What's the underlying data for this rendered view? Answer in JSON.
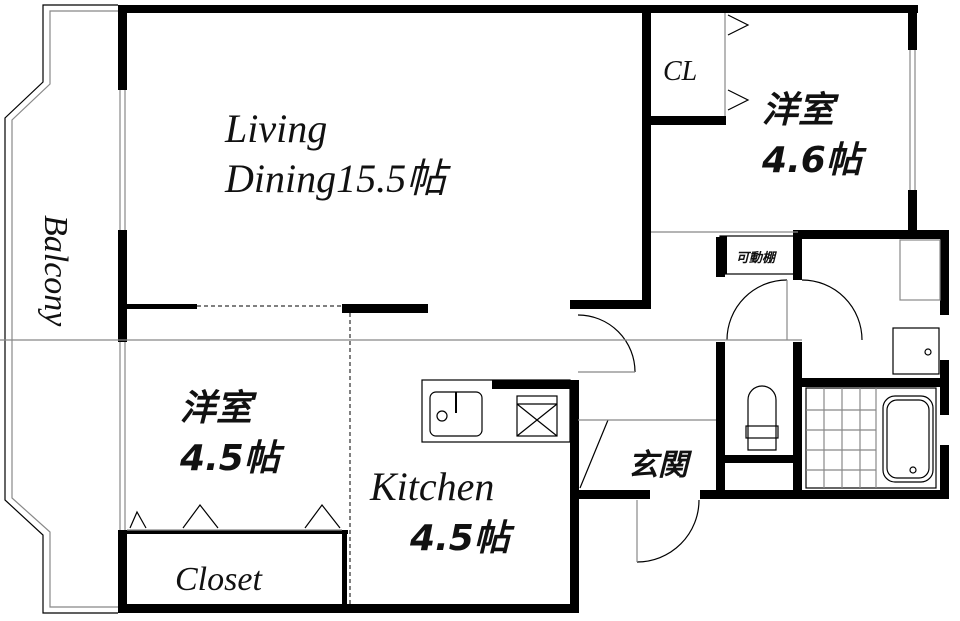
{
  "floorplan": {
    "rooms": {
      "balcony": {
        "label": "Balcony"
      },
      "living_dining": {
        "line1": "Living",
        "line2": "Dining15.5帖"
      },
      "closet_small": {
        "label": "CL"
      },
      "western_room_1": {
        "line1": "洋室",
        "line2": "4.6帖"
      },
      "western_room_2": {
        "line1": "洋室",
        "line2": "4.5帖"
      },
      "closet": {
        "label": "Closet"
      },
      "kitchen": {
        "line1": "Kitchen",
        "line2": "4.5帖"
      },
      "entrance": {
        "label": "玄関"
      },
      "movable_shelf": {
        "label": "可動棚"
      }
    },
    "colors": {
      "wall": "#000000",
      "background": "#ffffff",
      "fixture_line": "#888888"
    }
  }
}
